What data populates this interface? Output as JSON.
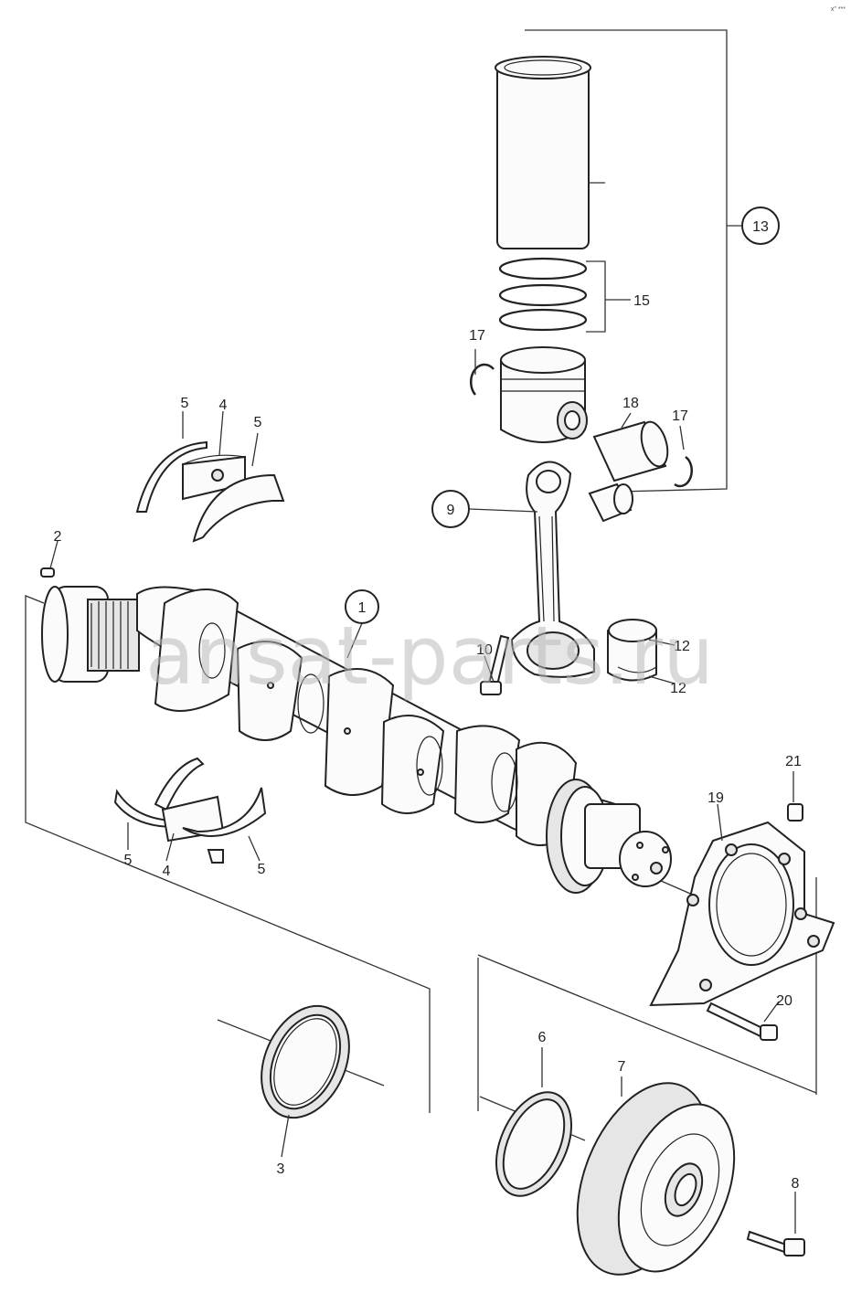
{
  "callouts": {
    "c1": "1",
    "c2": "2",
    "c3": "3",
    "c4a": "4",
    "c4b": "4",
    "c5a": "5",
    "c5b": "5",
    "c5c": "5",
    "c5d": "5",
    "c6": "6",
    "c7": "7",
    "c8": "8",
    "c9": "9",
    "c10": "10",
    "c12a": "12",
    "c12b": "12",
    "c13": "13",
    "c15": "15",
    "c17a": "17",
    "c17b": "17",
    "c18": "18",
    "c19": "19",
    "c20": "20",
    "c21": "21"
  },
  "circled_callouts": [
    "1",
    "9",
    "13"
  ],
  "watermark": "ansat-parts.ru",
  "corner_mark": "x\" ***",
  "colors": {
    "line": "#222222",
    "watermark": "#b9b9b9",
    "background": "#ffffff"
  }
}
